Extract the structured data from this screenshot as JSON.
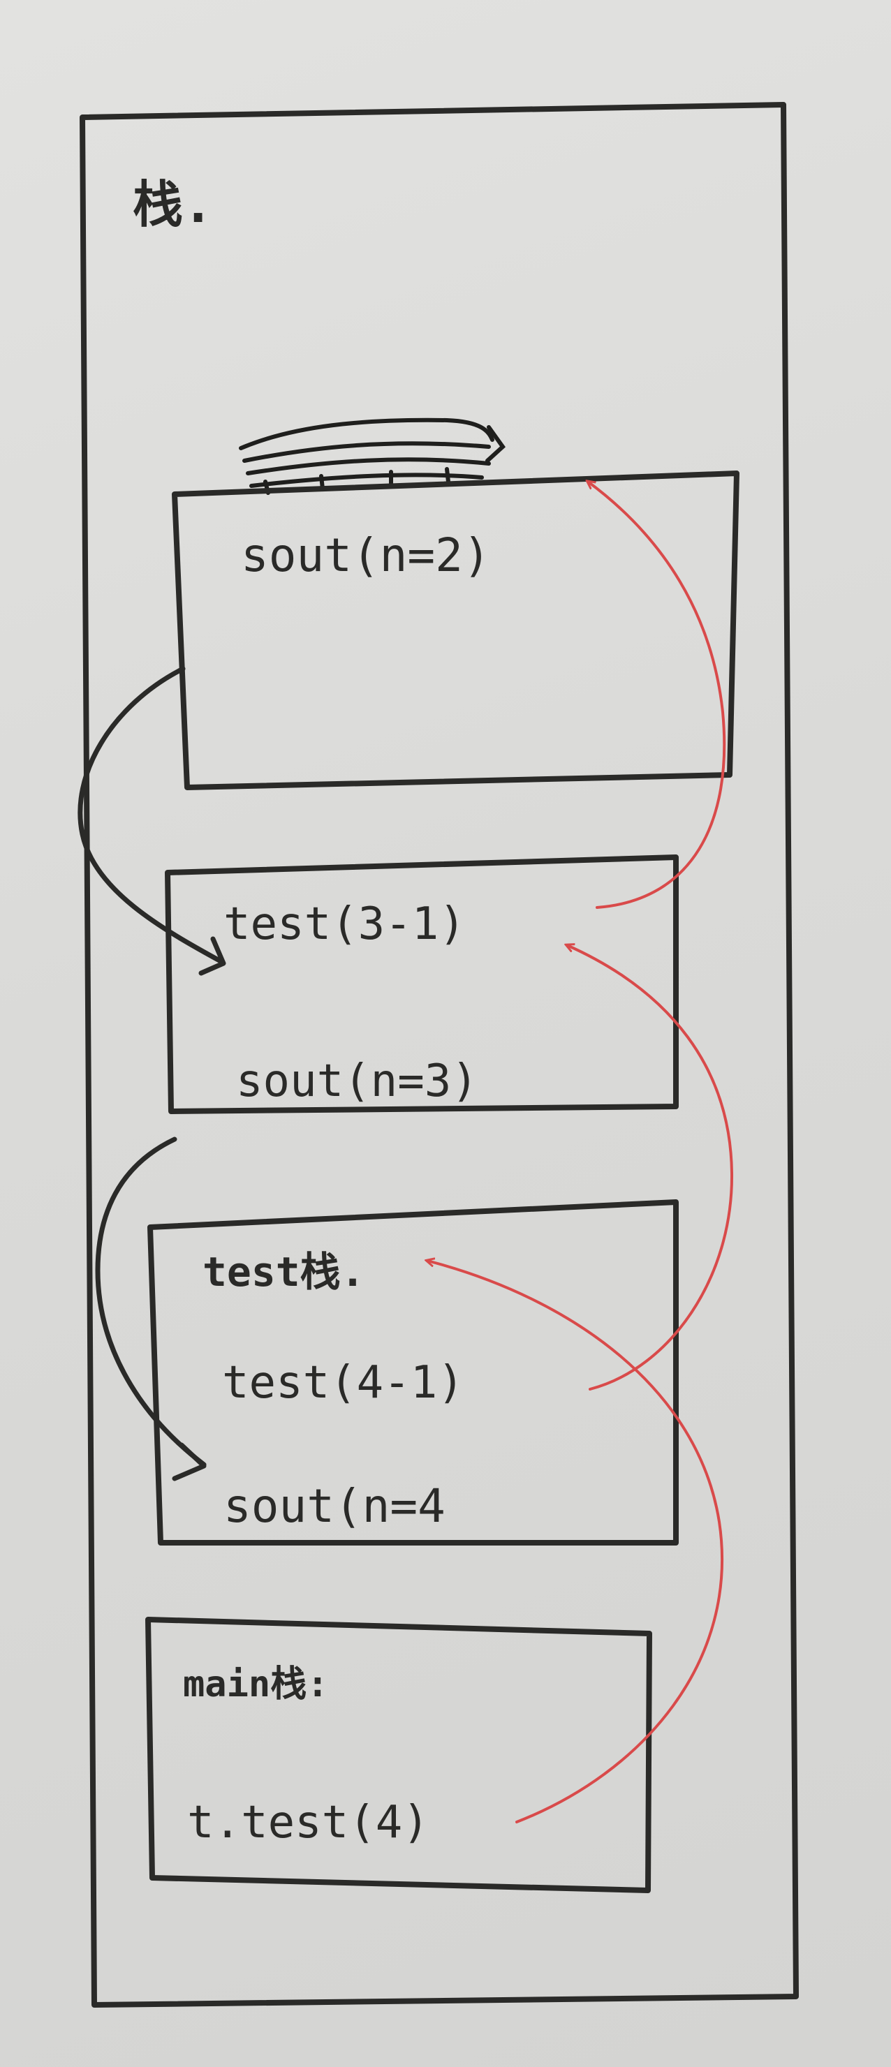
{
  "stack_title": "栈.",
  "frames": [
    {
      "id": "frame-1",
      "lines": [
        "sout(n=2)"
      ]
    },
    {
      "id": "frame-2",
      "lines": [
        "test(3-1)",
        "sout(n=3)"
      ]
    },
    {
      "id": "frame-3",
      "lines": [
        "test栈.",
        "test(4-1)",
        "sout(n=4"
      ]
    },
    {
      "id": "frame-4",
      "lines": [
        "main栈:",
        "t.test(4)"
      ]
    }
  ],
  "colors": {
    "ink": "#2a2a28",
    "call_arrows": "#d94a4a",
    "paper": "#dcdcda"
  }
}
